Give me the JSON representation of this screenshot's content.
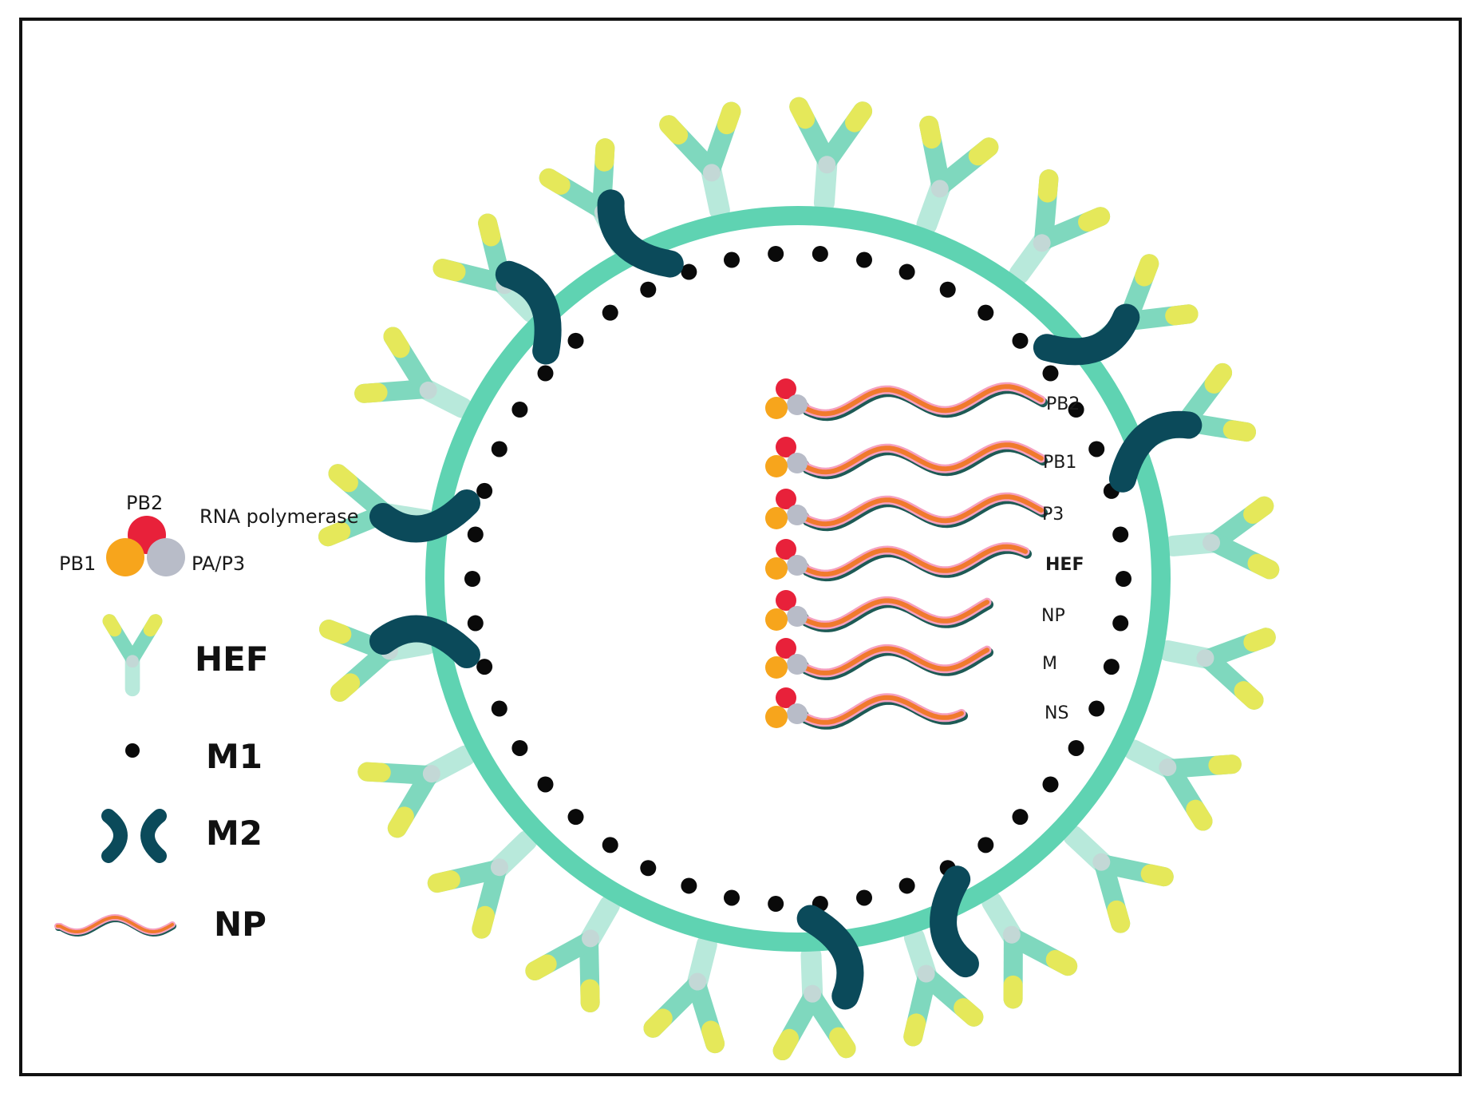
{
  "legend": {
    "polymerase": {
      "title": "RNA polymerase",
      "subunits": [
        "PB2",
        "PB1",
        "PA/P3"
      ]
    },
    "items": [
      {
        "icon": "hef-glycoprotein-icon",
        "label": "HEF"
      },
      {
        "icon": "m1-dot-icon",
        "label": "M1"
      },
      {
        "icon": "m2-channel-icon",
        "label": "M2"
      },
      {
        "icon": "np-wave-icon",
        "label": "NP"
      }
    ]
  },
  "segments": [
    {
      "label": "PB2",
      "highlight": false
    },
    {
      "label": "PB1",
      "highlight": false
    },
    {
      "label": "P3",
      "highlight": false
    },
    {
      "label": "HEF",
      "highlight": true
    },
    {
      "label": "NP",
      "highlight": false
    },
    {
      "label": "M",
      "highlight": false
    },
    {
      "label": "NS",
      "highlight": false
    }
  ],
  "colors": {
    "envelope": "#5fd3b2",
    "hef_stem": "#7fd8be",
    "hef_tip": "#e5e85a",
    "hef_neck": "#c3d8d6",
    "m1": "#0a0a0a",
    "m2": "#0b4a5a",
    "pb2": "#e8213a",
    "pb1": "#f7a51c",
    "pa": "#b8bcc8",
    "rna_orange": "#f07a2d",
    "rna_pink": "#f5a0c0",
    "rna_dark": "#1d5a55",
    "highlight_label": "#7ea3b5"
  }
}
